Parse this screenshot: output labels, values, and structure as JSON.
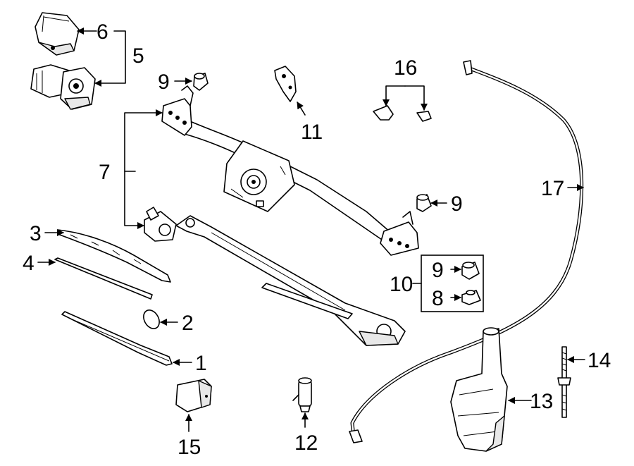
{
  "callouts": {
    "c1": "1",
    "c2": "2",
    "c3": "3",
    "c4": "4",
    "c5": "5",
    "c6": "6",
    "c7": "7",
    "c8": "8",
    "c9a": "9",
    "c9b": "9",
    "c9c": "9",
    "c10": "10",
    "c11": "11",
    "c12": "12",
    "c13": "13",
    "c14": "14",
    "c15": "15",
    "c16": "16",
    "c17": "17"
  }
}
